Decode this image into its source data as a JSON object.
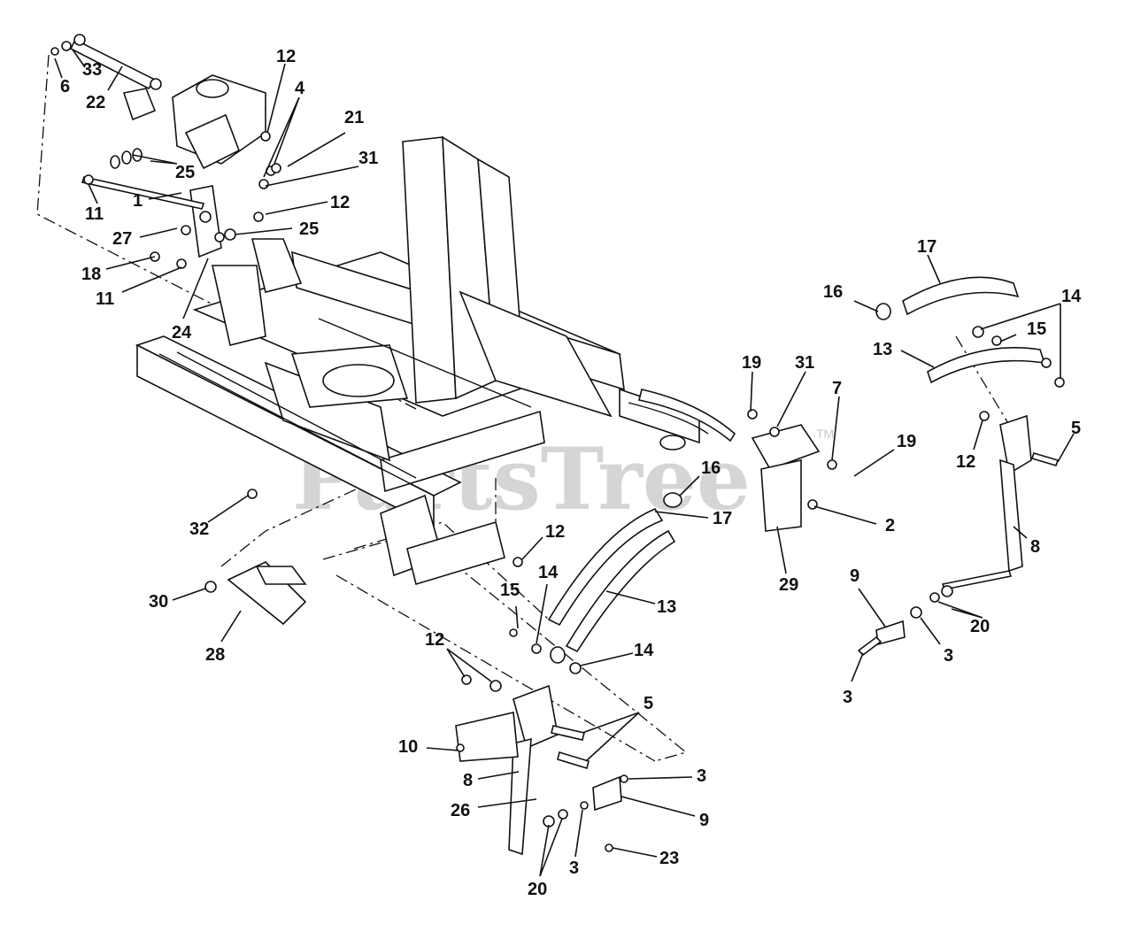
{
  "diagram": {
    "watermark": "PartsTree",
    "watermark_tm": "TM",
    "callouts": [
      {
        "id": "c-6a",
        "label": "6"
      },
      {
        "id": "c-33",
        "label": "33"
      },
      {
        "id": "c-22",
        "label": "22"
      },
      {
        "id": "c-12a",
        "label": "12"
      },
      {
        "id": "c-4",
        "label": "4"
      },
      {
        "id": "c-21",
        "label": "21"
      },
      {
        "id": "c-31a",
        "label": "31"
      },
      {
        "id": "c-25a",
        "label": "25"
      },
      {
        "id": "c-1",
        "label": "1"
      },
      {
        "id": "c-11a",
        "label": "11"
      },
      {
        "id": "c-12b",
        "label": "12"
      },
      {
        "id": "c-27",
        "label": "27"
      },
      {
        "id": "c-25b",
        "label": "25"
      },
      {
        "id": "c-18",
        "label": "18"
      },
      {
        "id": "c-11b",
        "label": "11"
      },
      {
        "id": "c-24",
        "label": "24"
      },
      {
        "id": "c-17a",
        "label": "17"
      },
      {
        "id": "c-16a",
        "label": "16"
      },
      {
        "id": "c-14a",
        "label": "14"
      },
      {
        "id": "c-15a",
        "label": "15"
      },
      {
        "id": "c-13a",
        "label": "13"
      },
      {
        "id": "c-19a",
        "label": "19"
      },
      {
        "id": "c-31b",
        "label": "31"
      },
      {
        "id": "c-7",
        "label": "7"
      },
      {
        "id": "c-19b",
        "label": "19"
      },
      {
        "id": "c-12c",
        "label": "12"
      },
      {
        "id": "c-5a",
        "label": "5"
      },
      {
        "id": "c-16b",
        "label": "16"
      },
      {
        "id": "c-17b",
        "label": "17"
      },
      {
        "id": "c-2",
        "label": "2"
      },
      {
        "id": "c-29",
        "label": "29"
      },
      {
        "id": "c-8a",
        "label": "8"
      },
      {
        "id": "c-32",
        "label": "32"
      },
      {
        "id": "c-12d",
        "label": "12"
      },
      {
        "id": "c-15b",
        "label": "15"
      },
      {
        "id": "c-14b",
        "label": "14"
      },
      {
        "id": "c-13b",
        "label": "13"
      },
      {
        "id": "c-9a",
        "label": "9"
      },
      {
        "id": "c-20a",
        "label": "20"
      },
      {
        "id": "c-3a",
        "label": "3"
      },
      {
        "id": "c-3b",
        "label": "3"
      },
      {
        "id": "c-30",
        "label": "30"
      },
      {
        "id": "c-28",
        "label": "28"
      },
      {
        "id": "c-12e",
        "label": "12"
      },
      {
        "id": "c-14c",
        "label": "14"
      },
      {
        "id": "c-5b",
        "label": "5"
      },
      {
        "id": "c-10",
        "label": "10"
      },
      {
        "id": "c-8b",
        "label": "8"
      },
      {
        "id": "c-3c",
        "label": "3"
      },
      {
        "id": "c-26",
        "label": "26"
      },
      {
        "id": "c-9b",
        "label": "9"
      },
      {
        "id": "c-23",
        "label": "23"
      },
      {
        "id": "c-20b",
        "label": "20"
      },
      {
        "id": "c-3d",
        "label": "3"
      }
    ]
  }
}
